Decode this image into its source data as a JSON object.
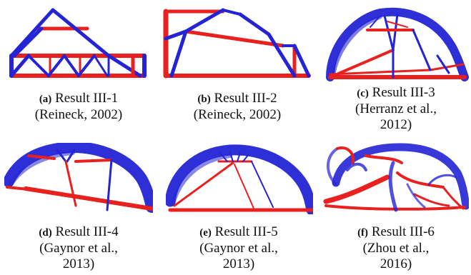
{
  "colors": {
    "compression_blue": "#2424d6",
    "tension_red": "#e8201e"
  },
  "panels": [
    {
      "tag": "(a)",
      "title": "Result III-1",
      "lines": [
        "(Reineck, 2002)"
      ]
    },
    {
      "tag": "(b)",
      "title": "Result III-2",
      "lines": [
        "(Reineck, 2002)"
      ]
    },
    {
      "tag": "(c)",
      "title": "Result III-3",
      "lines": [
        "(Herranz et al.,",
        "2012)"
      ]
    },
    {
      "tag": "(d)",
      "title": "Result III-4",
      "lines": [
        "(Gaynor et al.,",
        "2013)"
      ]
    },
    {
      "tag": "(e)",
      "title": "Result III-5",
      "lines": [
        "(Gaynor et al.,",
        "2013)"
      ]
    },
    {
      "tag": "(f)",
      "title": "Result III-6",
      "lines": [
        "(Zhou et al.,",
        "2016)"
      ]
    }
  ]
}
